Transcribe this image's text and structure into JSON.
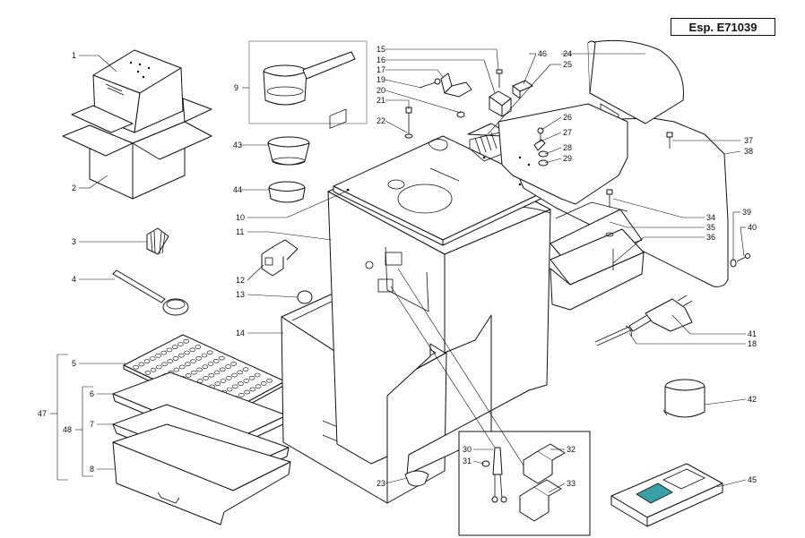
{
  "diagram": {
    "code": "Esp. E71039",
    "refs": [
      "1",
      "2",
      "3",
      "4",
      "5",
      "6",
      "7",
      "8",
      "9",
      "10",
      "11",
      "12",
      "13",
      "14",
      "15",
      "16",
      "17",
      "18",
      "19",
      "20",
      "21",
      "22",
      "23",
      "24",
      "25",
      "26",
      "27",
      "28",
      "29",
      "30",
      "31",
      "32",
      "33",
      "34",
      "35",
      "36",
      "37",
      "38",
      "39",
      "40",
      "41",
      "42",
      "43",
      "44",
      "45",
      "46",
      "47",
      "48"
    ]
  }
}
